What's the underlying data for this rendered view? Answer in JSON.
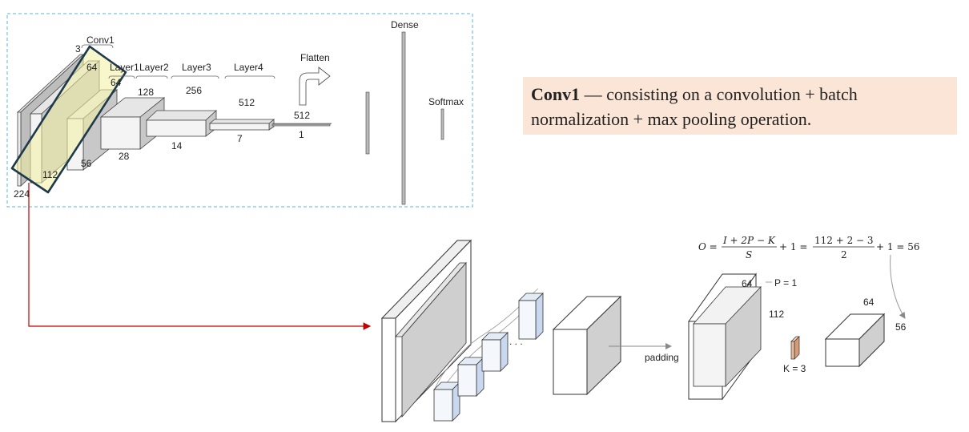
{
  "architecture": {
    "conv1_title": "Conv1",
    "channels_in": "3",
    "labels": {
      "layer1": "Layer1",
      "layer2": "Layer2",
      "layer3": "Layer3",
      "layer4": "Layer4",
      "flatten": "Flatten",
      "dense": "Dense",
      "softmax": "Softmax"
    },
    "dims": {
      "d224": "224",
      "d112": "112",
      "d64a": "64",
      "d64b": "64",
      "d128": "128",
      "d256": "256",
      "d512": "512",
      "d512b": "512",
      "d56": "56",
      "d28": "28",
      "d14": "14",
      "d7": "7",
      "d1": "1"
    }
  },
  "callout": {
    "title": "Conv1",
    "text": " — consisting on a convolution + batch normalization + max pooling operation."
  },
  "detail": {
    "padding_label": "padding",
    "p_label": "P = 1",
    "k_label": "K = 3",
    "dim64": "64",
    "dim112": "112",
    "out64": "64",
    "out56": "56",
    "dots": ". . ."
  },
  "formula": {
    "lhs": "O =",
    "num1": "I + 2P − K",
    "den1": "S",
    "plus1a": "+ 1 =",
    "num2": "112 + 2 − 3",
    "den2": "2",
    "plus1b": "+ 1 = 56"
  },
  "colors": {
    "highlight_fill": "#f3f1a0",
    "highlight_stroke": "#1f3a4d",
    "dashed_box": "#59b7e0",
    "arrow": "#c00000",
    "callout_bg": "#fbe5d6",
    "block_side": "#c9c9c9",
    "block_front": "#f4f4f4",
    "kernel_blue": "#c9d8ee",
    "kernel_orange": "#e7b99a"
  }
}
